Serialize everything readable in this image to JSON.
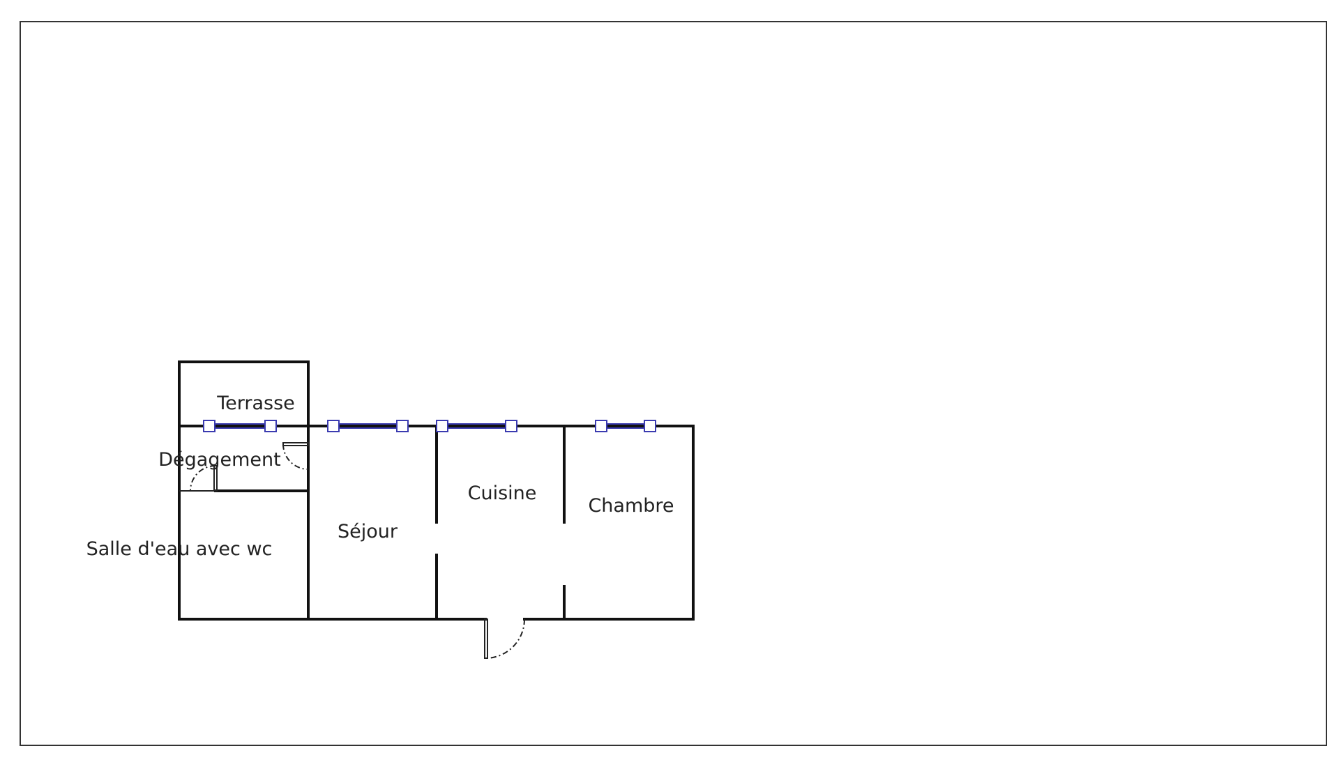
{
  "floorplan": {
    "rooms": {
      "terrasse": "Terrasse",
      "degagement": "Dégagement",
      "salle_eau": "Salle d'eau avec wc",
      "sejour": "Séjour",
      "cuisine": "Cuisine",
      "chambre": "Chambre"
    },
    "colors": {
      "wall": "#111111",
      "window": "#3b3bb0"
    }
  }
}
